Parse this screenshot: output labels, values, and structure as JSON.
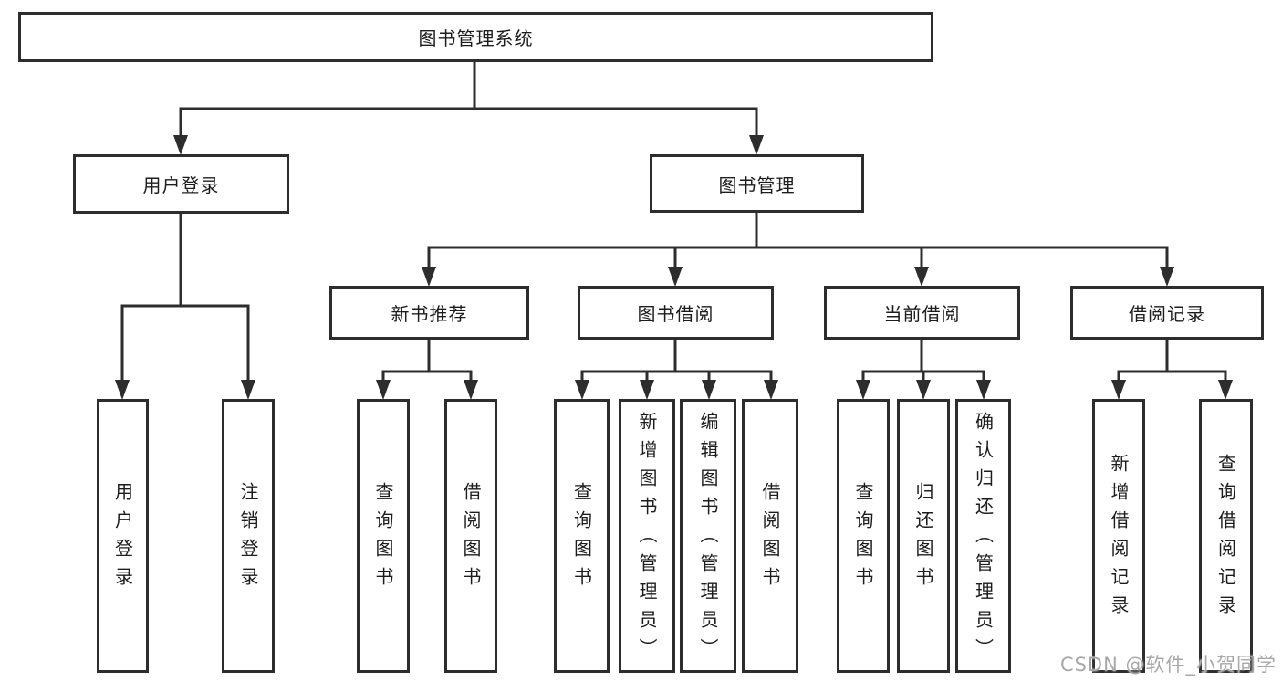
{
  "diagram": {
    "type": "hierarchy-tree",
    "orientation": "top-down",
    "colors": {
      "line": "#2d2d2d",
      "box_border": "#2d2d2d",
      "box_fill": "#ffffff",
      "text": "#1d1d1d",
      "watermark": "#a8a8a8",
      "background": "#ffffff"
    },
    "watermark": "CSDN @软件_小贺同学",
    "tree": {
      "label": "图书管理系统",
      "children": [
        {
          "label": "用户登录",
          "children": [
            {
              "label": "用户登录"
            },
            {
              "label": "注销登录"
            }
          ]
        },
        {
          "label": "图书管理",
          "children": [
            {
              "label": "新书推荐",
              "children": [
                {
                  "label": "查询图书"
                },
                {
                  "label": "借阅图书"
                }
              ]
            },
            {
              "label": "图书借阅",
              "children": [
                {
                  "label": "查询图书"
                },
                {
                  "label": "新增图书（管理员）"
                },
                {
                  "label": "编辑图书（管理员）"
                },
                {
                  "label": "借阅图书"
                }
              ]
            },
            {
              "label": "当前借阅",
              "children": [
                {
                  "label": "查询图书"
                },
                {
                  "label": "归还图书"
                },
                {
                  "label": "确认归还（管理员）"
                }
              ]
            },
            {
              "label": "借阅记录",
              "children": [
                {
                  "label": "新增借阅记录"
                },
                {
                  "label": "查询借阅记录"
                }
              ]
            }
          ]
        }
      ]
    }
  }
}
